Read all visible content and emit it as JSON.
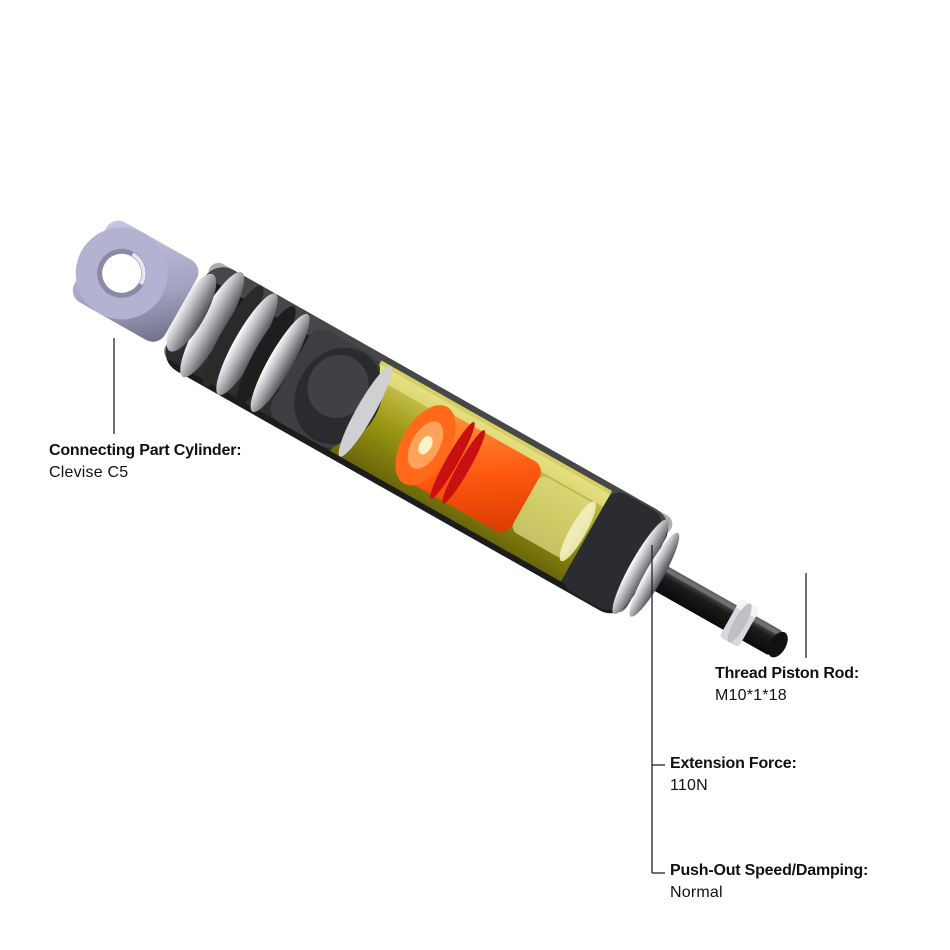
{
  "callouts": {
    "connecting_part": {
      "label": "Connecting Part Cylinder:",
      "value": "Clevise C5"
    },
    "thread_piston_rod": {
      "label": "Thread Piston Rod:",
      "value": "M10*1*18"
    },
    "extension_force": {
      "label": "Extension Force:",
      "value": "110N"
    },
    "push_out_speed": {
      "label": "Push-Out Speed/Damping:",
      "value": "Normal"
    }
  },
  "colors": {
    "oil_fill": "#b9b31a",
    "piston_orange": "#ff5a12",
    "seal_red": "#c81010",
    "metal": "#a7a9ae",
    "clevis_lilac": "#a9a8c9",
    "rod_dark": "#1c1c1c"
  }
}
